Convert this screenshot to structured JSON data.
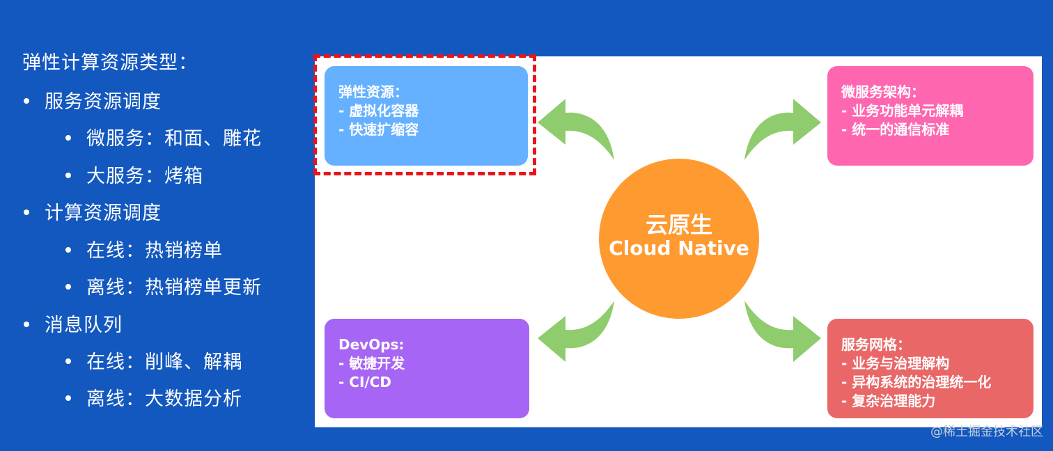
{
  "left": {
    "title": "弹性计算资源类型：",
    "items": [
      {
        "level": 1,
        "text": "服务资源调度"
      },
      {
        "level": 2,
        "text": "微服务：和面、雕花"
      },
      {
        "level": 2,
        "text": "大服务：烤箱"
      },
      {
        "level": 1,
        "text": "计算资源调度"
      },
      {
        "level": 2,
        "text": "在线：热销榜单"
      },
      {
        "level": 2,
        "text": "离线：热销榜单更新"
      },
      {
        "level": 1,
        "text": "消息队列"
      },
      {
        "level": 2,
        "text": "在线：削峰、解耦"
      },
      {
        "level": 2,
        "text": "离线：大数据分析"
      }
    ]
  },
  "center": {
    "title_cn": "云原生",
    "title_en": "Cloud Native",
    "color": "#ff9a30"
  },
  "boxes": {
    "elastic": {
      "title": "弹性资源：",
      "lines": [
        "- 虚拟化容器",
        "- 快速扩缩容"
      ],
      "color": "#66b1ff"
    },
    "micro": {
      "title": "微服务架构：",
      "lines": [
        "- 业务功能单元解耦",
        "- 统一的通信标准"
      ],
      "color": "#ff66b0"
    },
    "devops": {
      "title": "DevOps:",
      "lines": [
        "- 敏捷开发",
        "- CI/CD"
      ],
      "color": "#a765f5"
    },
    "mesh": {
      "title": "服务网格：",
      "lines": [
        "- 业务与治理解构",
        "- 异构系统的治理统一化",
        "- 复杂治理能力"
      ],
      "color": "#ea6767"
    }
  },
  "arrow_color": "#8fcc6d",
  "highlight_color": "#e8141b",
  "watermark": "@稀土掘金技术社区"
}
